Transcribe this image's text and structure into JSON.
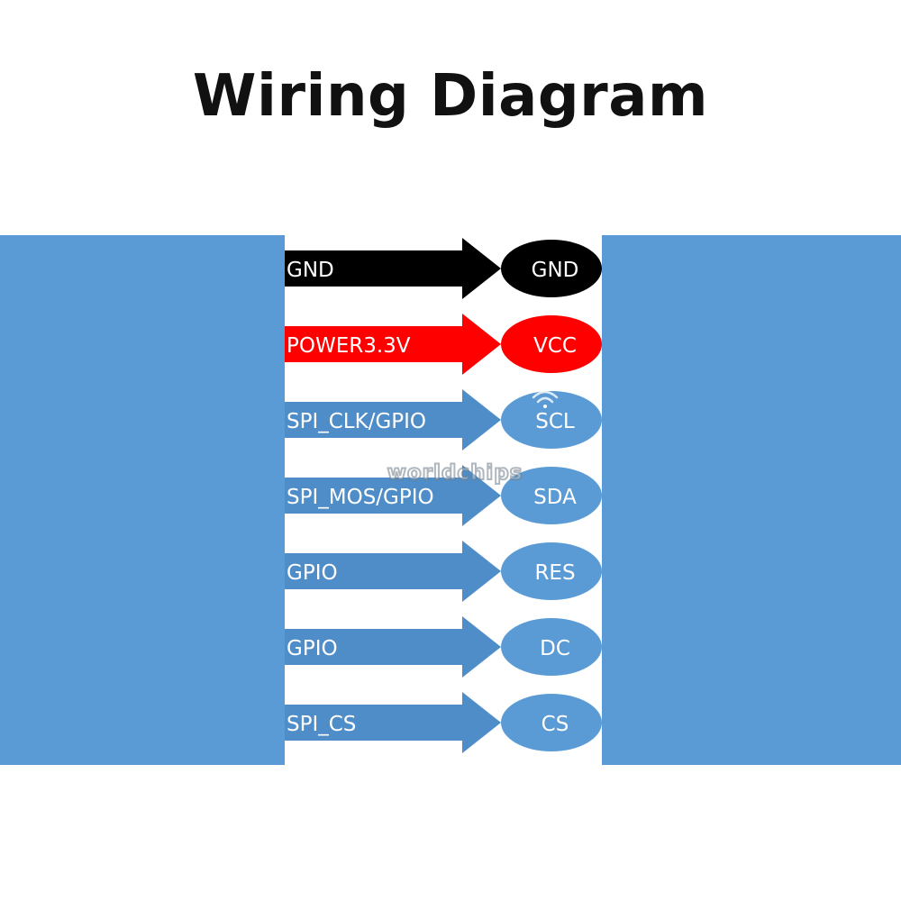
{
  "title": "Wiring Diagram",
  "colors": {
    "panel": "#5b9bd5",
    "arrow_default": "#4f8dc8",
    "pin_default": "#5b9bd5",
    "gnd": "#000000",
    "power": "#ff0000",
    "text_light": "#ffffff"
  },
  "connections": [
    {
      "source": "GND",
      "target": "GND",
      "color": "#000000"
    },
    {
      "source": "POWER3.3V",
      "target": "VCC",
      "color": "#ff0000"
    },
    {
      "source": "SPI_CLK/GPIO",
      "target": "SCL",
      "color": "#4f8dc8"
    },
    {
      "source": "SPI_MOS/GPIO",
      "target": "SDA",
      "color": "#4f8dc8"
    },
    {
      "source": "GPIO",
      "target": "RES",
      "color": "#4f8dc8"
    },
    {
      "source": "GPIO",
      "target": "DC",
      "color": "#4f8dc8"
    },
    {
      "source": "SPI_CS",
      "target": "CS",
      "color": "#4f8dc8"
    }
  ],
  "watermark": {
    "text": "worldchips"
  }
}
